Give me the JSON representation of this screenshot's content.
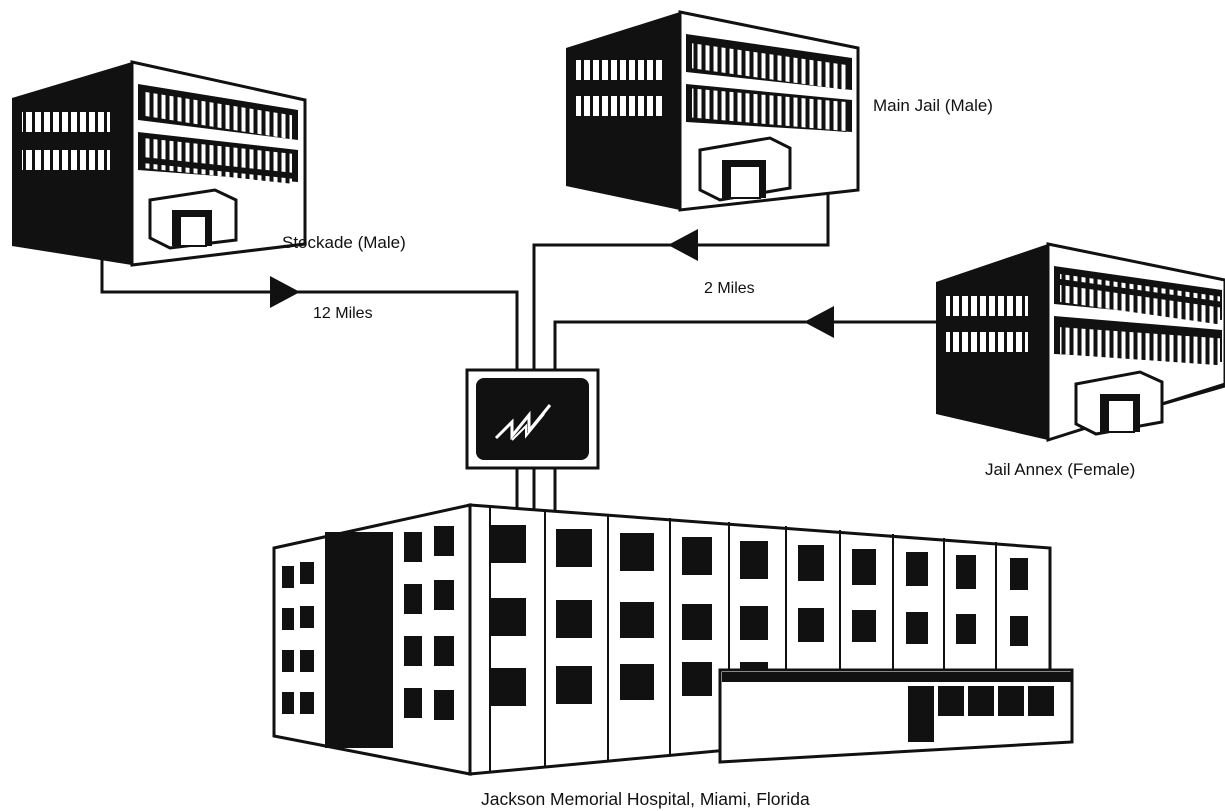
{
  "labels": {
    "stockade": "Stockade (Male)",
    "main_jail": "Main Jail (Male)",
    "jail_annex": "Jail Annex (Female)",
    "stockade_distance": "12 Miles",
    "main_jail_distance": "2 Miles",
    "hospital": "Jackson Memorial Hospital, Miami, Florida"
  },
  "icons": {
    "monitor": "telemedicine-monitor-icon",
    "signal": "lightning-signal-icon"
  },
  "colors": {
    "ink": "#111111",
    "paper": "#ffffff"
  }
}
